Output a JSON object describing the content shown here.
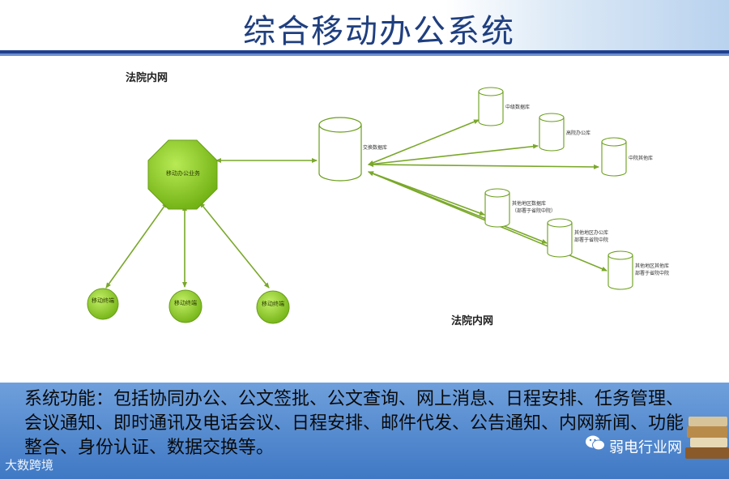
{
  "title": "综合移动办公系统",
  "diagram": {
    "net_label_top": "法院内网",
    "net_label_bottom": "法院内网",
    "center_node": "移动办公业务",
    "exchange_db": "交换数据库",
    "terminals": [
      "移动终端",
      "移动终端",
      "移动终端"
    ],
    "databases": [
      {
        "line1": "中级数据库"
      },
      {
        "line1": "高院办公库"
      },
      {
        "line1": "中院其他库"
      },
      {
        "line1": "其他地区数据库",
        "line2": "（部署于省院中院）"
      },
      {
        "line1": "其他地区办公库",
        "line2": "部署于省院中院"
      },
      {
        "line1": "其他地区其他库",
        "line2": "部署于省院中院"
      }
    ]
  },
  "footer": {
    "text": "系统功能：包括协同办公、公文签批、公文查询、网上消息、日程安排、任务管理、会议通知、即时通讯及电话会议、日程安排、邮件代发、公告通知、内网新闻、功能整合、身份认证、数据交换等。",
    "watermark_left": "大数跨境",
    "watermark_right": "弱电行业网"
  },
  "colors": {
    "title": "#1f3f7f",
    "arrow": "#7aa82a",
    "node_fill": "#8fce1f",
    "footer_bg": "#4f86cc"
  }
}
